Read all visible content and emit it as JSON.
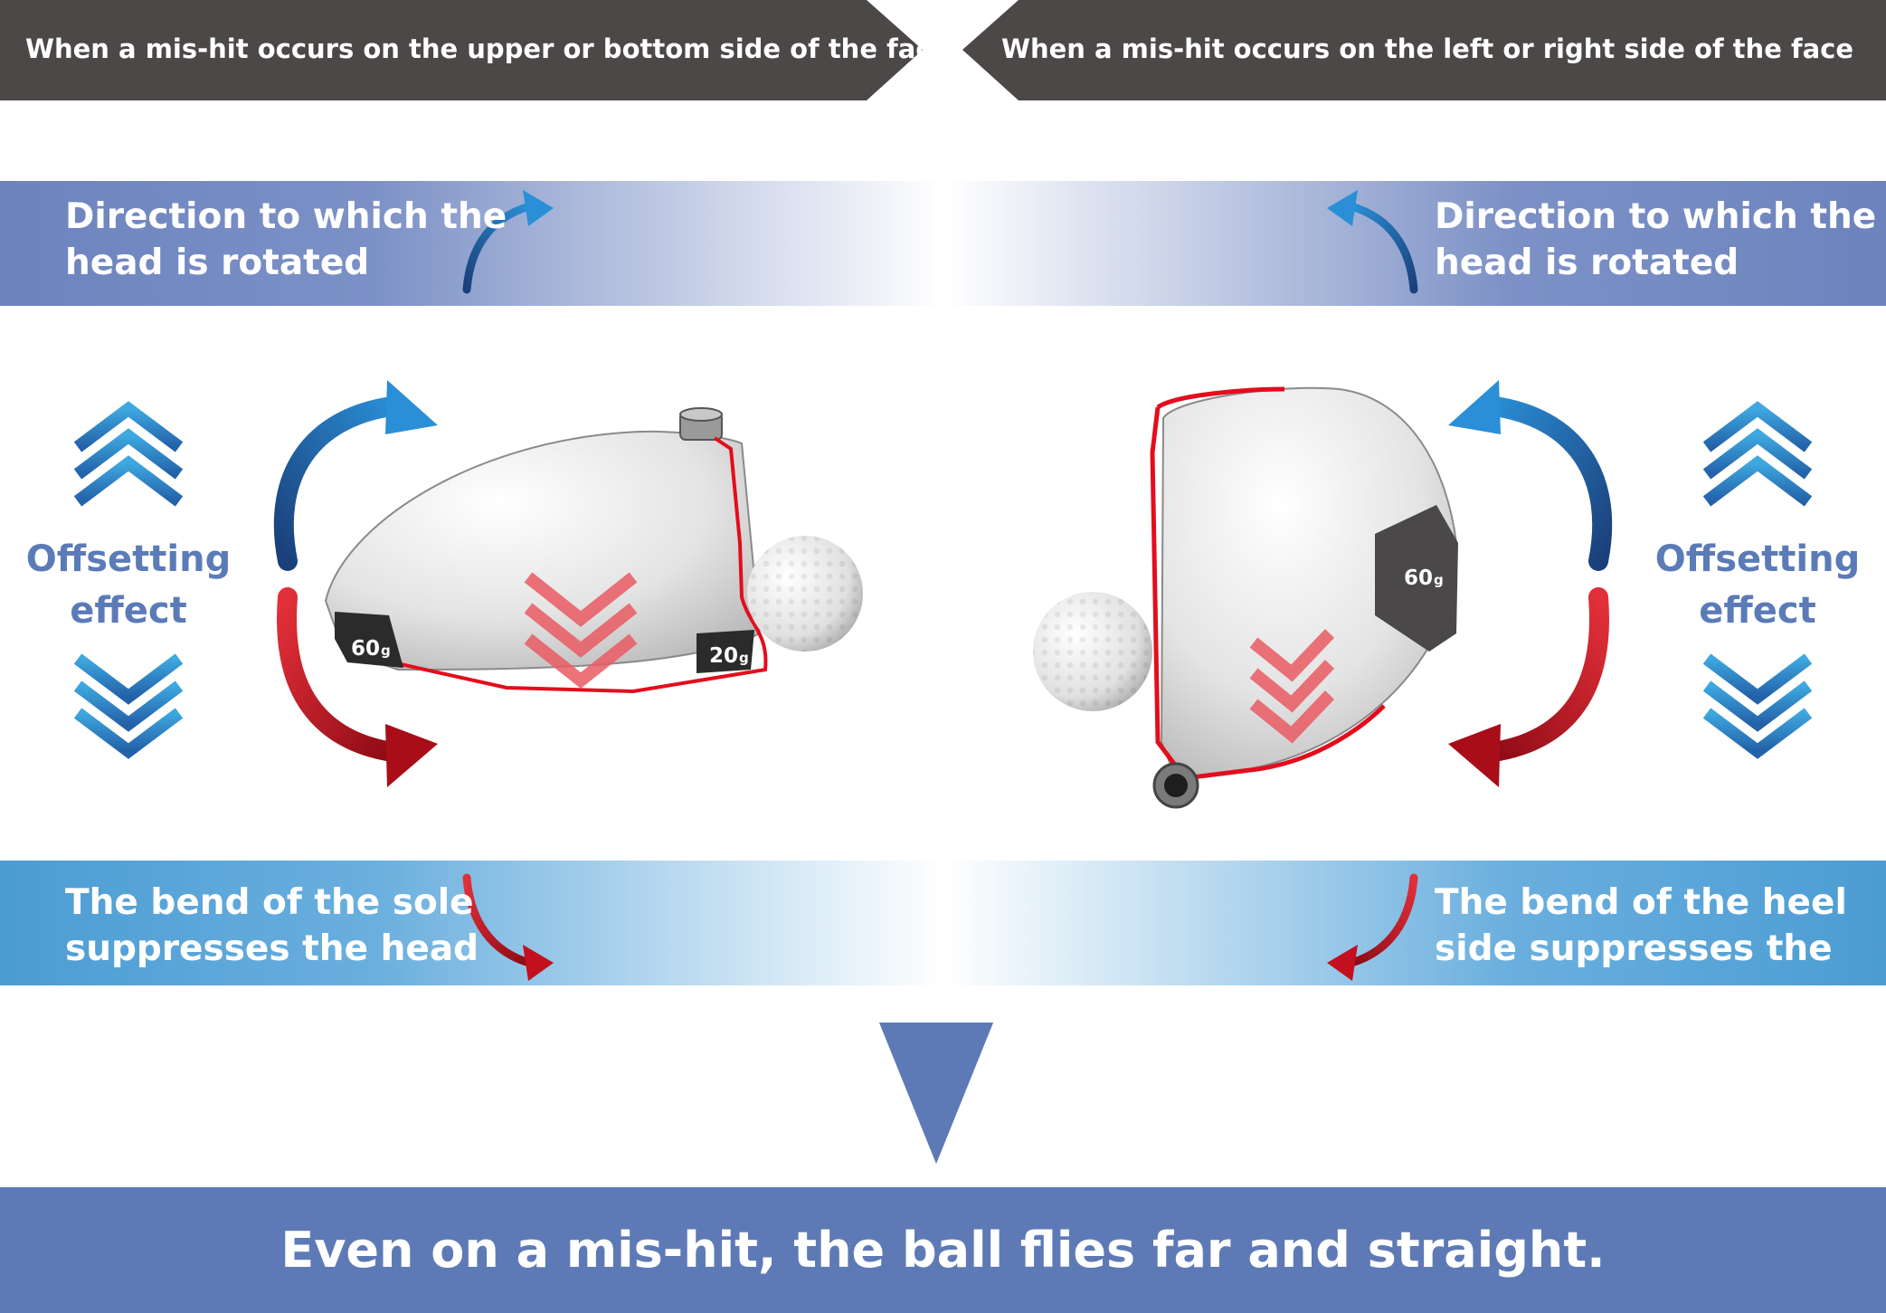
{
  "headers": {
    "left": "When a mis-hit occurs on the upper or bottom side of the face",
    "right": "When a mis-hit occurs on the left or right side of the face"
  },
  "top_band": {
    "left_line1": "Direction to which the",
    "left_line2": "head is rotated",
    "right_line1": "Direction to which the",
    "right_line2": "head is rotated"
  },
  "offsetting": {
    "left_line1": "Offsetting",
    "left_line2": "effect",
    "right_line1": "Offsetting",
    "right_line2": "effect"
  },
  "weights": {
    "left_heel": "60",
    "left_toe": "20",
    "right": "60",
    "unit": "g"
  },
  "bottom_band": {
    "left_line1": "The bend of the sole",
    "left_line2": "suppresses the head",
    "right_line1": "The bend of the heel",
    "right_line2": "side suppresses the"
  },
  "conclusion": "Even on a mis-hit, the ball flies far and straight.",
  "colors": {
    "header_bg": "#4b4847",
    "top_band": "#6c83be",
    "bottom_band": "#4b9cd3",
    "final_band": "#5e7ab6",
    "rotation_blue": "#1d6fb4",
    "suppress_red": "#c3101e",
    "offset_text": "#5b7bb8"
  }
}
